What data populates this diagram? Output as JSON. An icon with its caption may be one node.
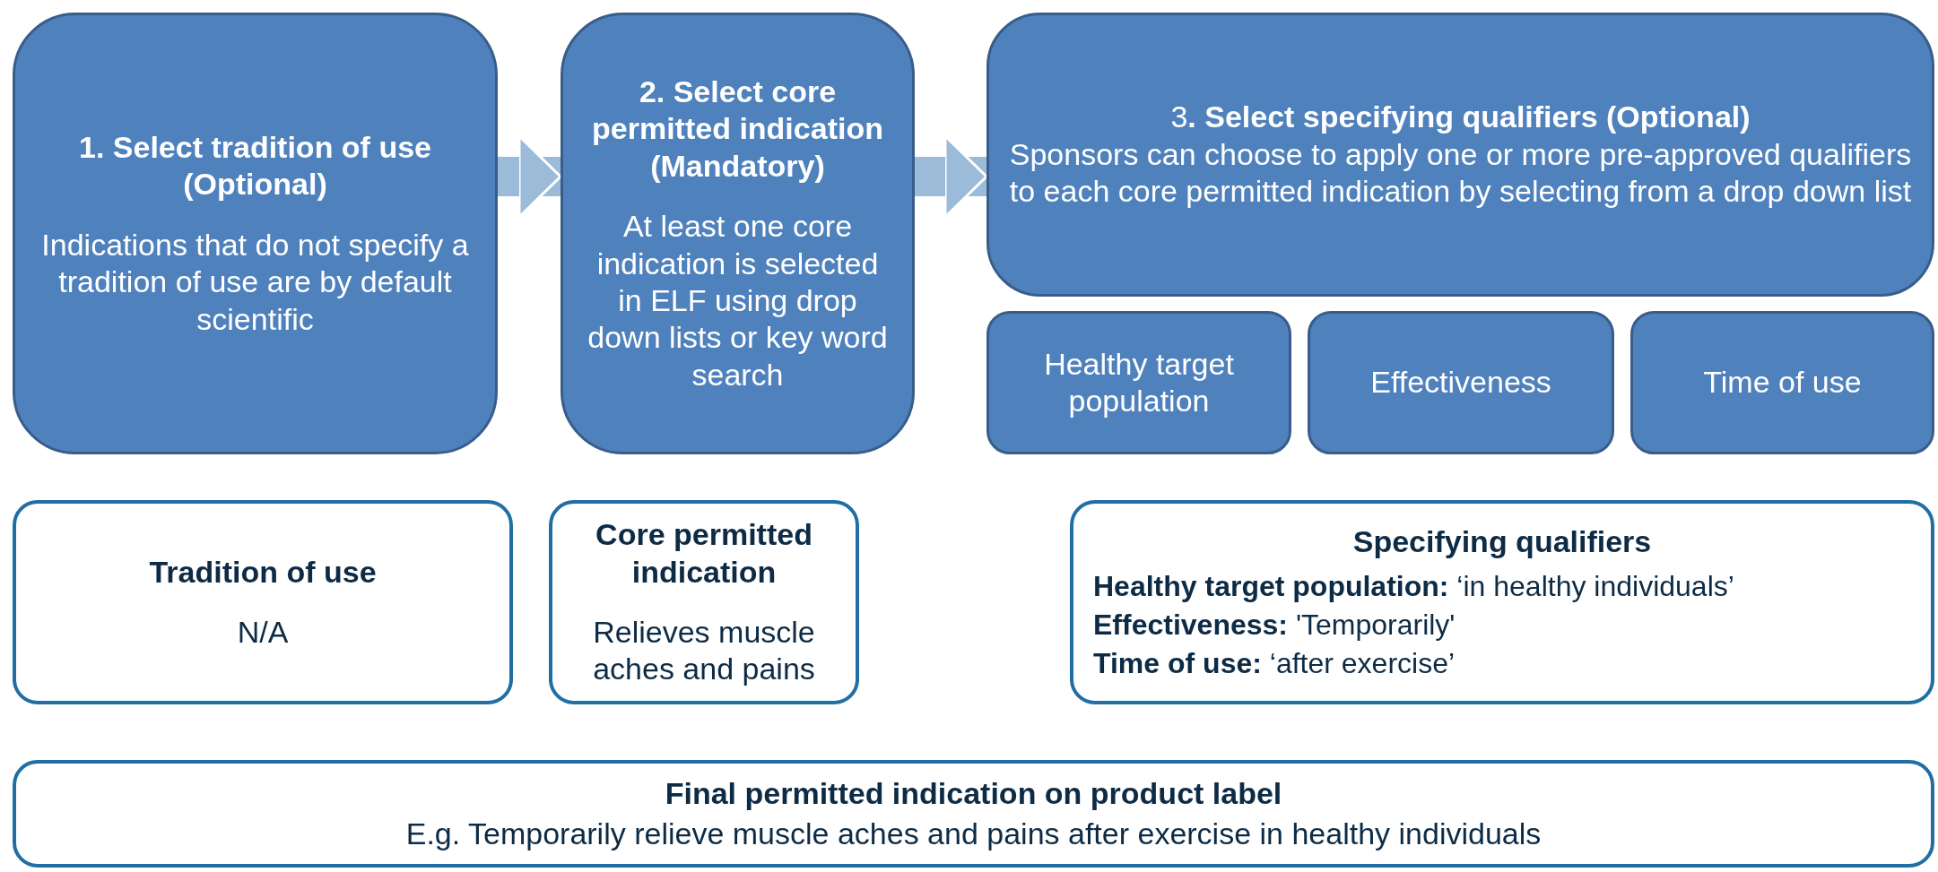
{
  "diagram": {
    "nodes": [
      {
        "text": [
          "1. Select tradition of use (Optional)",
          "Indications that do not specify a tradition of use are by default scientific"
        ]
      },
      {
        "text": [
          "2. Select core permitted indication (Mandatory)",
          "At least one core indication is selected in ELF using drop down lists or key word search"
        ]
      },
      {
        "text": [
          "3**. Select specifying qualifiers (Optional)**",
          "Sponsors can choose to apply one or more pre-approved qualifiers to each core permitted indication by selecting from a drop down list"
        ]
      },
      {
        "text": [
          "Healthy target population"
        ]
      },
      {
        "text": [
          "Effectiveness"
        ]
      },
      {
        "text": [
          "Time of use"
        ]
      },
      {
        "text": [
          "Tradition of use",
          "N/A"
        ]
      },
      {
        "text": [
          "Core permitted indication",
          "Relieves muscle aches and pains"
        ]
      },
      {
        "text": [
          "Specifying qualifiers",
          "**Healthy target population:** ‘in healthy individuals’",
          "**Effectiveness:** 'Temporarily'",
          "**Time of use:** ‘after exercise’"
        ]
      },
      {
        "text": [
          "Final permitted indication on product label",
          "E.g. Temporarily relieve muscle aches and pains after exercise in healthy individuals"
        ]
      }
    ],
    "edges": [
      {
        "from": 0,
        "to": 1,
        "arrow": "to"
      },
      {
        "from": 1,
        "to": 2,
        "arrow": "to"
      }
    ]
  }
}
